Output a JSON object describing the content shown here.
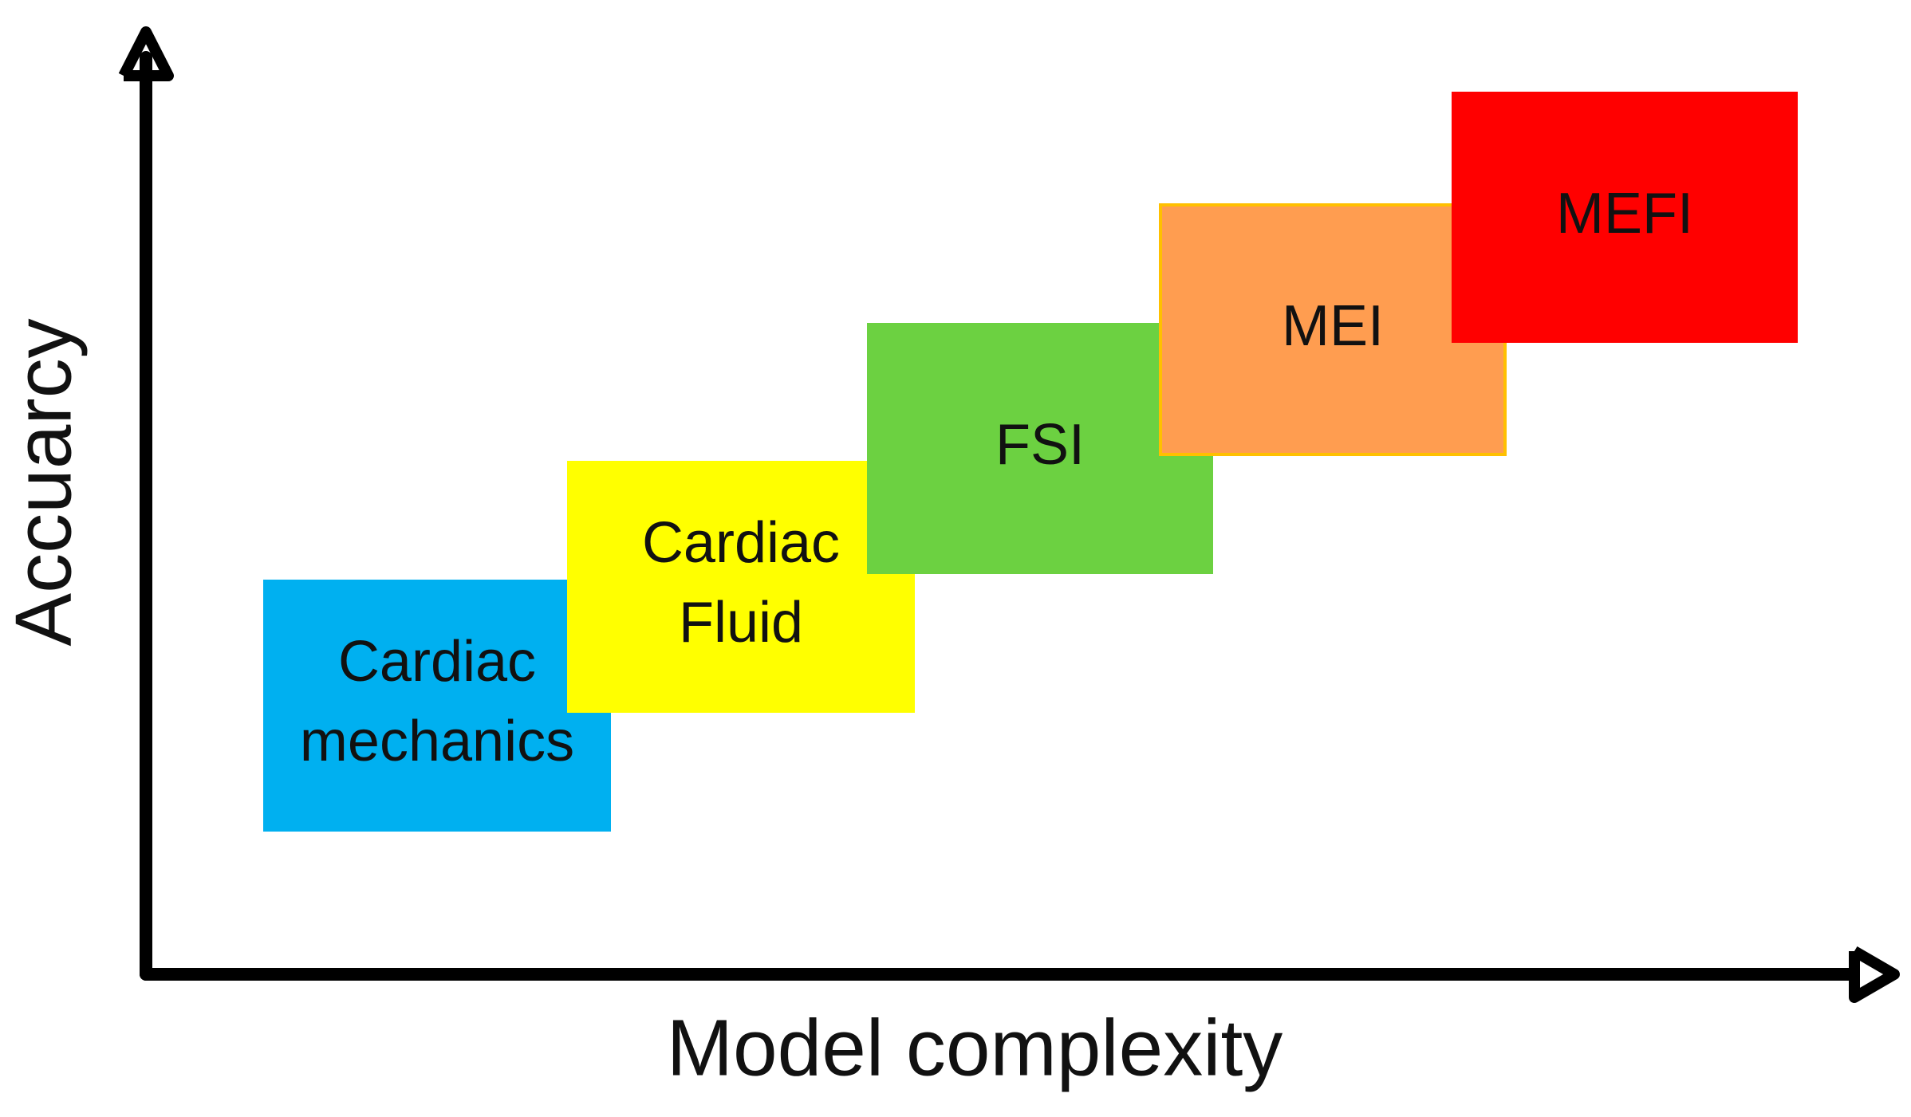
{
  "axes": {
    "x_label": "Model complexity",
    "y_label": "Accuarcy"
  },
  "boxes": [
    {
      "id": "cardiac-mechanics",
      "lines": [
        "Cardiac",
        "mechanics"
      ],
      "color": "#00B0F0"
    },
    {
      "id": "cardiac-fluid",
      "lines": [
        "Cardiac",
        "Fluid"
      ],
      "color": "#FFFF00"
    },
    {
      "id": "fsi",
      "lines": [
        "FSI"
      ],
      "color": "#6CD141"
    },
    {
      "id": "mei",
      "lines": [
        "MEI"
      ],
      "color": "#FF9D50",
      "border_color": "#FFC000"
    },
    {
      "id": "mefi",
      "lines": [
        "MEFI"
      ],
      "color": "#FF0000"
    }
  ],
  "colors": {
    "axis": "#000000",
    "text": "#111111"
  }
}
